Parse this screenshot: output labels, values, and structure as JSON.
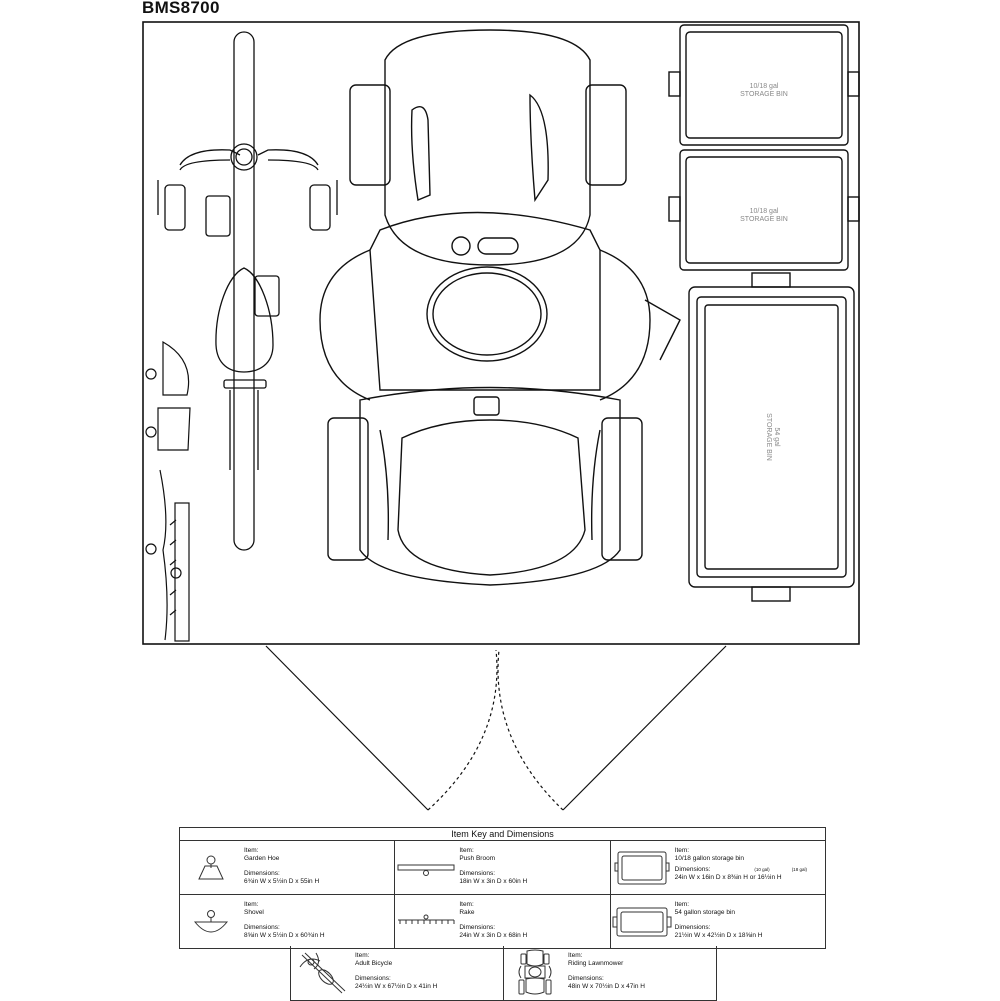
{
  "model": "BMS8700",
  "bins": {
    "bin1": [
      "10/18 gal",
      "STORAGE BIN"
    ],
    "bin2": [
      "10/18 gal",
      "STORAGE BIN"
    ],
    "bin3": [
      "54 gal",
      "STORAGE BIN"
    ]
  },
  "key": {
    "title": "Item Key and Dimensions",
    "items": [
      {
        "icon": "garden-hoe-icon",
        "item_label": "Item:",
        "name": "Garden Hoe",
        "dim_label": "Dimensions:",
        "dims": "6¾in W x 5½in D x 55in H"
      },
      {
        "icon": "push-broom-icon",
        "item_label": "Item:",
        "name": "Push Broom",
        "dim_label": "Dimensions:",
        "dims": "18in W x 3in D x 60in H"
      },
      {
        "icon": "small-storage-bin-icon",
        "item_label": "Item:",
        "name": "10/18 gallon storage bin",
        "dim_label": "Dimensions:",
        "dims_sup1": "(10 gal)",
        "dims_sup2": "(18 gal)",
        "dims": "24in W x 16in D x 8⅜in H or 16½in H"
      },
      {
        "icon": "shovel-icon",
        "item_label": "Item:",
        "name": "Shovel",
        "dim_label": "Dimensions:",
        "dims": "8⅝in W x 5½in D x 60¾in H"
      },
      {
        "icon": "rake-icon",
        "item_label": "Item:",
        "name": "Rake",
        "dim_label": "Dimensions:",
        "dims": "24in W x 3in D x 68in H"
      },
      {
        "icon": "large-storage-bin-icon",
        "item_label": "Item:",
        "name": "54 gallon storage bin",
        "dim_label": "Dimensions:",
        "dims": "21½in W x 42½in D x 18⅝in H"
      },
      {
        "icon": "bicycle-icon",
        "item_label": "Item:",
        "name": "Adult Bicycle",
        "dim_label": "Dimensions:",
        "dims": "24½in W x 67½in D x 41in H"
      },
      {
        "icon": "lawnmower-icon",
        "item_label": "Item:",
        "name": "Riding Lawnmower",
        "dim_label": "Dimensions:",
        "dims": "48in W x 70½in D x 47in H"
      }
    ]
  }
}
